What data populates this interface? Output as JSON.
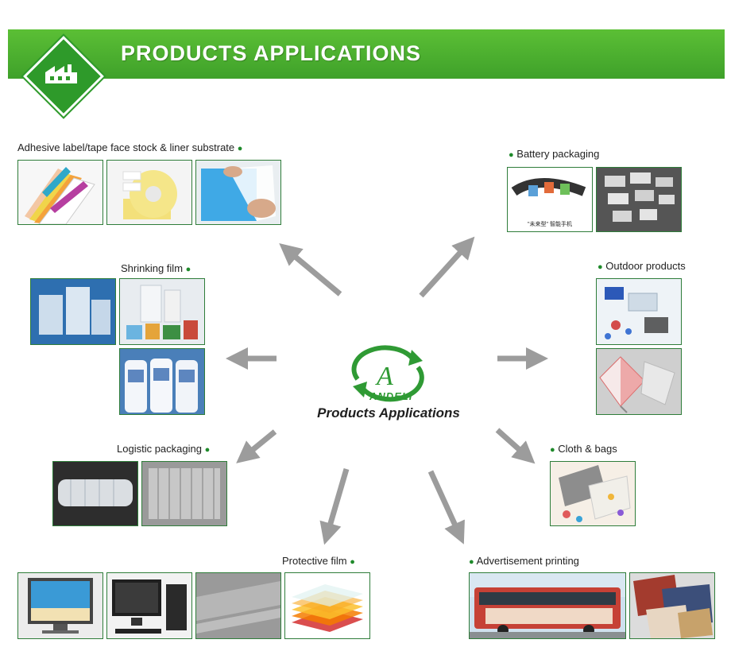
{
  "banner": {
    "title": "PRODUCTS APPLICATIONS"
  },
  "center": {
    "brand": "ANDELI",
    "title": "Products Applications"
  },
  "categories": [
    {
      "label": "Adhesive label/tape face stock & liner substrate"
    },
    {
      "label": "Battery packaging"
    },
    {
      "label": "Shrinking film"
    },
    {
      "label": "Outdoor products"
    },
    {
      "label": "Logistic packaging"
    },
    {
      "label": "Cloth & bags"
    },
    {
      "label": "Protective film"
    },
    {
      "label": "Advertisement printing"
    }
  ],
  "photo_texts": {
    "battery_caption": "\"未来型\" 智能手机"
  },
  "colors": {
    "banner_green": "#4cb130",
    "accent_green": "#1f8a2b",
    "arrow_gray": "#9c9c9c"
  }
}
